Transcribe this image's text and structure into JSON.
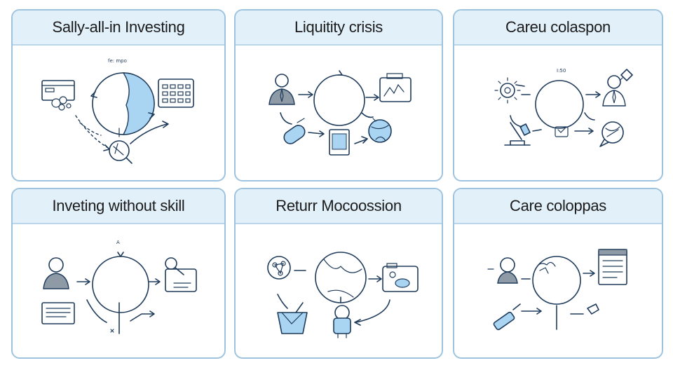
{
  "panels": [
    {
      "title": "Sally-all-in Investing",
      "annotation": "fe: mpo"
    },
    {
      "title": "Liquitity crisis"
    },
    {
      "title": "Careu colaspon",
      "annotation": "I:50"
    },
    {
      "title": "Inveting without skill",
      "annotation": "A"
    },
    {
      "title": "Returr Mocoossion"
    },
    {
      "title": "Care coloppas"
    }
  ],
  "colors": {
    "border": "#9ec3de",
    "header": "#e2f0fa",
    "ink": "#1f3b5b",
    "accent": "#a9d4f2"
  }
}
